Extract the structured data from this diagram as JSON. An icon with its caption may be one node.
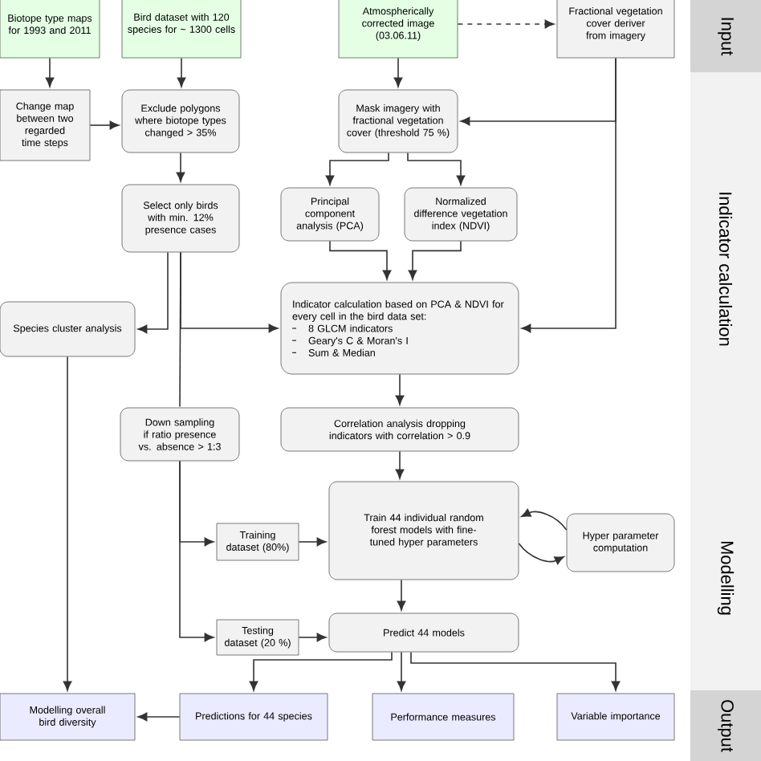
{
  "diagram": {
    "nodes": [
      {
        "text": [
          "Biotope type maps for 1993 and 2011"
        ]
      },
      {
        "text": [
          "Bird dataset with 120 species for ~ 1300 cells"
        ]
      },
      {
        "text": [
          "Atmospherically corrected image (03.06.11)"
        ]
      },
      {
        "text": [
          "Fractional vegetation cover deriver from imagery"
        ]
      },
      {
        "text": [
          "Change map between two regarded time steps"
        ]
      },
      {
        "text": [
          "Exclude polygons where biotope types changed > 35%"
        ]
      },
      {
        "text": [
          "Mask imagery with fractional vegetation cover (threshold 75 %)"
        ]
      },
      {
        "text": [
          "Select only birds with min. 12% presence cases"
        ]
      },
      {
        "text": [
          "Principal component analysis (PCA)"
        ]
      },
      {
        "text": [
          "Normalized difference vegetation index (NDVI)"
        ]
      },
      {
        "text": [
          "Species cluster analysis"
        ]
      },
      {
        "text": [
          "Indicator calculation based on PCA & NDVI for every cell in the bird data set:",
          "8 GLCM indicators",
          "Geary's C & Moran's I",
          "Sum & Median"
        ]
      },
      {
        "text": [
          "Down sampling if ratio presence vs. absence > 1:3"
        ]
      },
      {
        "text": [
          "Correlation analysis dropping indicators with correlation > 0.9"
        ]
      },
      {
        "text": [
          "Train 44 individual random forest models with fine-tuned hyper parameters"
        ]
      },
      {
        "text": [
          "Hyper parameter computation"
        ]
      },
      {
        "text": [
          "Training dataset (80%)"
        ]
      },
      {
        "text": [
          "Testing dataset (20 %)"
        ]
      },
      {
        "text": [
          "Predict 44 models"
        ]
      },
      {
        "text": [
          "Modelling overall bird diversity"
        ]
      },
      {
        "text": [
          "Predictions for 44 species"
        ]
      },
      {
        "text": [
          "Performance measures"
        ]
      },
      {
        "text": [
          "Variable importance"
        ]
      },
      {
        "text": [
          "Input"
        ]
      },
      {
        "text": [
          "Indicator calculation"
        ]
      },
      {
        "text": [
          "Modelling"
        ]
      },
      {
        "text": [
          "Output"
        ]
      }
    ],
    "edges": [
      {
        "from": 0,
        "to": 4,
        "arrow": "to"
      },
      {
        "from": 1,
        "to": 5,
        "arrow": "to"
      },
      {
        "from": 4,
        "to": 5,
        "arrow": "to"
      },
      {
        "from": 2,
        "to": 6,
        "arrow": "to"
      },
      {
        "from": 2,
        "to": 3,
        "arrow": "to",
        "style": "dashed"
      },
      {
        "from": 3,
        "to": 6,
        "arrow": "to"
      },
      {
        "from": 5,
        "to": 7,
        "arrow": "to"
      },
      {
        "from": 6,
        "to": 8,
        "arrow": "to"
      },
      {
        "from": 6,
        "to": 9,
        "arrow": "to"
      },
      {
        "from": 3,
        "to": 11,
        "arrow": "to"
      },
      {
        "from": 8,
        "to": 11,
        "arrow": "to"
      },
      {
        "from": 9,
        "to": 11,
        "arrow": "to"
      },
      {
        "from": 7,
        "to": 10,
        "arrow": "to"
      },
      {
        "from": 7,
        "to": 11,
        "arrow": "to"
      },
      {
        "from": 7,
        "to": 12,
        "arrow": "none"
      },
      {
        "from": 12,
        "to": 16,
        "arrow": "to"
      },
      {
        "from": 12,
        "to": 17,
        "arrow": "to"
      },
      {
        "from": 10,
        "to": 19,
        "arrow": "to"
      },
      {
        "from": 11,
        "to": 13,
        "arrow": "to"
      },
      {
        "from": 13,
        "to": 14,
        "arrow": "to"
      },
      {
        "from": 16,
        "to": 14,
        "arrow": "to"
      },
      {
        "from": 14,
        "to": 18,
        "arrow": "to"
      },
      {
        "from": 17,
        "to": 18,
        "arrow": "to"
      },
      {
        "from": 18,
        "to": 20,
        "arrow": "to"
      },
      {
        "from": 18,
        "to": 21,
        "arrow": "to"
      },
      {
        "from": 18,
        "to": 22,
        "arrow": "to"
      },
      {
        "from": 20,
        "to": 19,
        "arrow": "to"
      },
      {
        "from": 14,
        "to": 15,
        "arrow": "to"
      },
      {
        "from": 15,
        "to": 14,
        "arrow": "to"
      }
    ]
  }
}
